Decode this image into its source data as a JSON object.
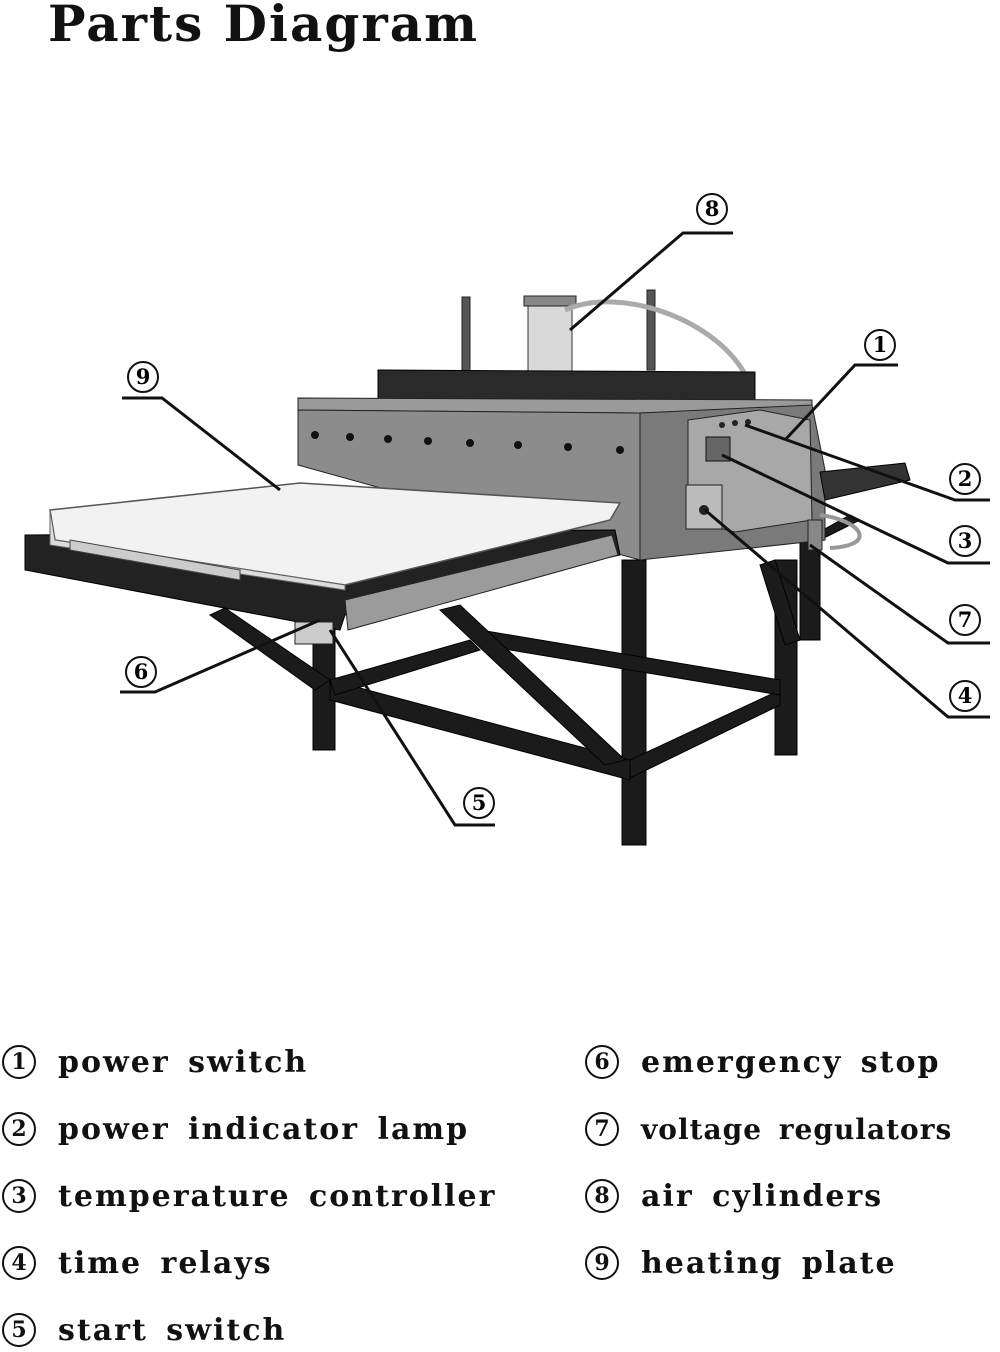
{
  "title": "Parts Diagram",
  "callouts": [
    "1",
    "2",
    "3",
    "4",
    "5",
    "6",
    "7",
    "8",
    "9"
  ],
  "legend": [
    {
      "num": "1",
      "label": "power switch"
    },
    {
      "num": "2",
      "label": "power indicator lamp"
    },
    {
      "num": "3",
      "label": "temperature controller"
    },
    {
      "num": "4",
      "label": "time relays"
    },
    {
      "num": "5",
      "label": "start switch"
    },
    {
      "num": "6",
      "label": "emergency stop"
    },
    {
      "num": "7",
      "label": "voltage regulators"
    },
    {
      "num": "8",
      "label": "air cylinders"
    },
    {
      "num": "9",
      "label": "heating plate"
    }
  ]
}
